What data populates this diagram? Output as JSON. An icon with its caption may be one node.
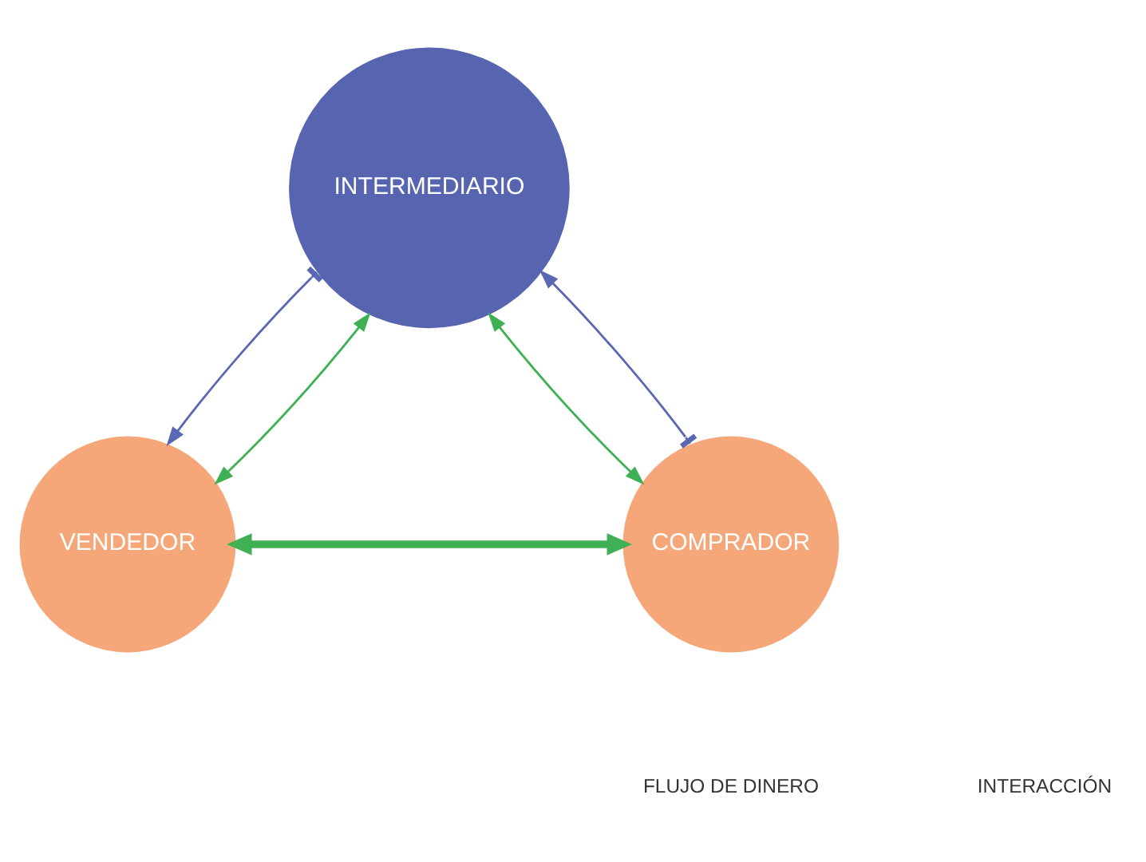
{
  "diagram": {
    "nodes": [
      {
        "text": [
          "INTERMEDIARIO"
        ]
      },
      {
        "text": [
          "COMPRADOR"
        ]
      },
      {
        "text": [
          "VENDEDOR"
        ]
      }
    ],
    "edges": [
      {
        "from": 1,
        "to": 0,
        "arrow": "both"
      },
      {
        "from": 1,
        "to": 0,
        "arrow": "to",
        "color": "#5a68b4"
      },
      {
        "from": 0,
        "to": 2,
        "arrow": "to",
        "color": "#5a68b4"
      },
      {
        "from": 0,
        "to": 2,
        "arrow": "both"
      },
      {
        "from": 1,
        "to": 2,
        "arrow": "both",
        "style": "thick"
      }
    ],
    "legend": [
      {
        "text": "FLUJO DE DINERO"
      },
      {
        "text": "INTERACCIÓN"
      }
    ]
  }
}
